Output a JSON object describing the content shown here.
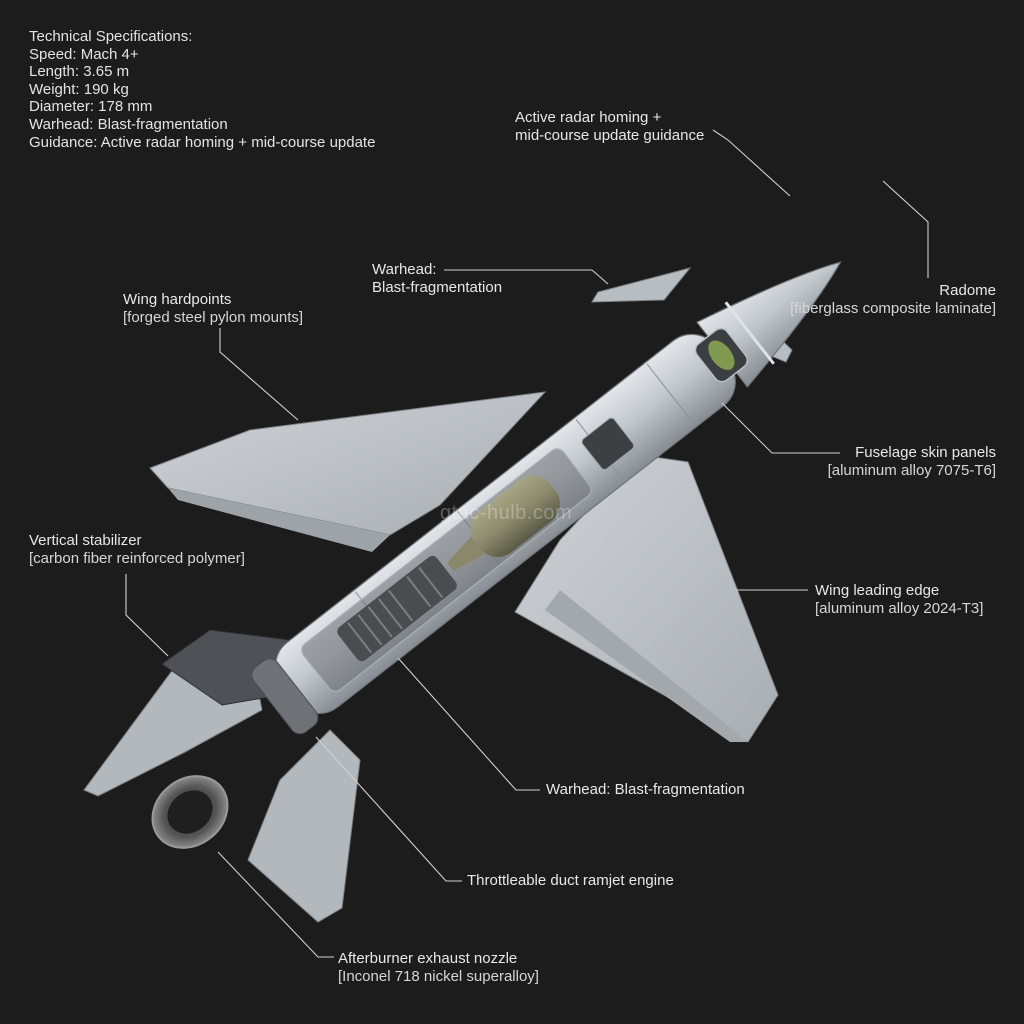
{
  "specs": {
    "heading": "Technical Specifications:",
    "lines": [
      "Speed: Mach 4+",
      "Length: 3.65 m",
      "Weight: 190 kg",
      "Diameter: 178 mm",
      "Warhead: Blast-fragmentation",
      "Guidance: Active radar homing + mid-course update"
    ]
  },
  "callouts": {
    "guidance": {
      "line1": "Active radar homing +",
      "line2": "mid-course update guidance"
    },
    "warhead_top": {
      "line1": "Warhead:",
      "line2": "Blast-fragmentation"
    },
    "wing_hardpoints": {
      "line1": "Wing hardpoints",
      "line2": "[forged steel pylon mounts]"
    },
    "radome": {
      "line1": "Radome",
      "line2": "[fiberglass composite laminate]"
    },
    "fuselage": {
      "line1": "Fuselage skin panels",
      "line2": "[aluminum alloy 7075-T6]"
    },
    "vertical_stabilizer": {
      "line1": "Vertical stabilizer",
      "line2": "[carbon fiber reinforced polymer]"
    },
    "wing_leading_edge": {
      "line1": "Wing leading edge",
      "line2": "[aluminum alloy 2024-T3]"
    },
    "warhead_bottom": {
      "line1": "Warhead: Blast-fragmentation"
    },
    "engine": {
      "line1": "Throttleable duct ramjet engine"
    },
    "nozzle": {
      "line1": "Afterburner exhaust nozzle",
      "line2": "[Inconel 718 nickel superalloy]"
    }
  },
  "watermark": "gtac-hulb.com",
  "colors": {
    "background": "#1c1c1c",
    "airframe": "#b9bec3",
    "leader_line": "#d0d0d0",
    "seeker_green": "#7f9a4e"
  }
}
